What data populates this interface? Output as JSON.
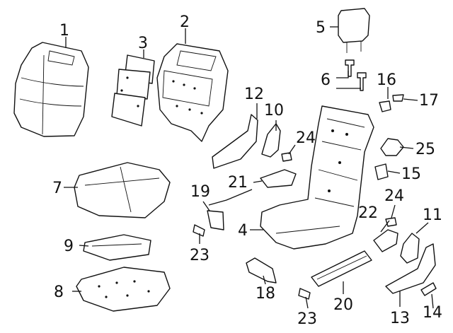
{
  "callouts": [
    {
      "id": "1",
      "text": "1"
    },
    {
      "id": "2",
      "text": "2"
    },
    {
      "id": "3",
      "text": "3"
    },
    {
      "id": "4",
      "text": "4"
    },
    {
      "id": "5",
      "text": "5"
    },
    {
      "id": "6",
      "text": "6"
    },
    {
      "id": "7",
      "text": "7"
    },
    {
      "id": "8",
      "text": "8"
    },
    {
      "id": "9",
      "text": "9"
    },
    {
      "id": "10",
      "text": "10"
    },
    {
      "id": "11",
      "text": "11"
    },
    {
      "id": "12",
      "text": "12"
    },
    {
      "id": "13",
      "text": "13"
    },
    {
      "id": "14",
      "text": "14"
    },
    {
      "id": "15",
      "text": "15"
    },
    {
      "id": "16",
      "text": "16"
    },
    {
      "id": "17",
      "text": "17"
    },
    {
      "id": "18",
      "text": "18"
    },
    {
      "id": "19",
      "text": "19"
    },
    {
      "id": "20",
      "text": "20"
    },
    {
      "id": "21",
      "text": "21"
    },
    {
      "id": "22",
      "text": "22"
    },
    {
      "id": "23a",
      "text": "23"
    },
    {
      "id": "23b",
      "text": "23"
    },
    {
      "id": "24a",
      "text": "24"
    },
    {
      "id": "24b",
      "text": "24"
    },
    {
      "id": "25",
      "text": "25"
    }
  ]
}
